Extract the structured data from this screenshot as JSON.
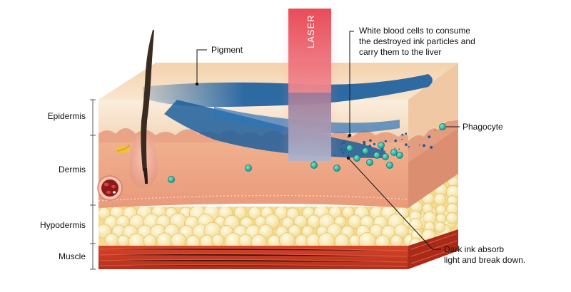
{
  "layers": {
    "epidermis": "Epidermis",
    "dermis": "Dermis",
    "hypodermis": "Hypodermis",
    "muscle": "Muscle"
  },
  "laser": {
    "label": "LASER"
  },
  "callouts": {
    "pigment": "Pigment",
    "white_blood_cells": [
      "White blood cells to consume",
      "the destroyed ink particles and",
      "carry them to the liver"
    ],
    "phagocyte": "Phagocyte",
    "dark_ink": [
      "Dark ink absorb",
      "light and break down."
    ]
  },
  "colors": {
    "pigment": "#1c5f9e",
    "laser": "#e8434f",
    "phagocyte": "#1bb3a0",
    "fat": "#f7e6a6",
    "muscle": "#c93a22",
    "dermis": "#eba585",
    "epidermis": "#f6d6b4"
  }
}
